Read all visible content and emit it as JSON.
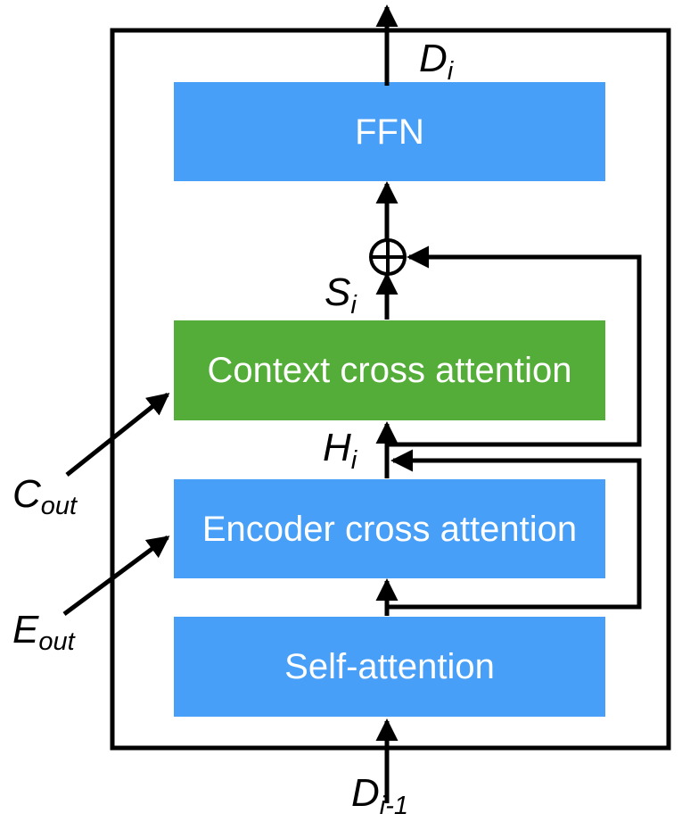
{
  "colors": {
    "block_blue": "#479ff8",
    "block_green": "#54ad38",
    "stroke": "#000000",
    "text_on_block": "#ffffff"
  },
  "blocks": {
    "ffn": "FFN",
    "context_cross_attention": "Context cross attention",
    "encoder_cross_attention": "Encoder cross attention",
    "self_attention": "Self-attention"
  },
  "labels": {
    "d_i": {
      "main": "D",
      "sub": "i"
    },
    "s_i": {
      "main": "S",
      "sub": "i"
    },
    "h_i": {
      "main": "H",
      "sub": "i"
    },
    "c_out": {
      "main": "C",
      "sub": "out"
    },
    "e_out": {
      "main": "E",
      "sub": "out"
    },
    "d_i_minus_1": {
      "main": "D",
      "sub": "i-1"
    }
  },
  "icons": {
    "add": "circled-plus-icon",
    "arrow": "arrow-icon"
  }
}
